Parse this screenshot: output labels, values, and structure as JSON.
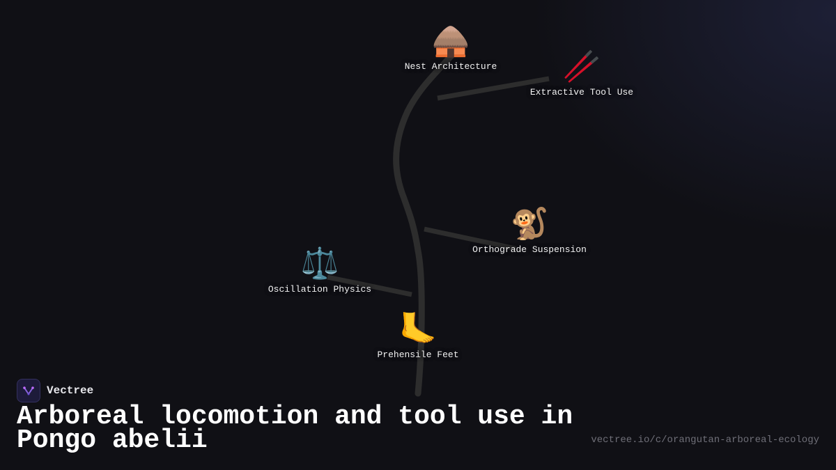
{
  "brand": {
    "name": "Vectree",
    "logo_icon": "vectree-logo-icon",
    "accent": "#7c5cd6"
  },
  "title": "Arboreal locomotion and tool use in Pongo abelii",
  "url": "vectree.io/c/orangutan-arboreal-ecology",
  "colors": {
    "background": "#101015",
    "trunk": "#2d2d2d"
  },
  "nodes": [
    {
      "emoji": "🛖",
      "icon": "hut-icon",
      "label": "Nest Architecture"
    },
    {
      "emoji": "🥢",
      "icon": "chopsticks-icon",
      "label": "Extractive Tool Use"
    },
    {
      "emoji": "🐒",
      "icon": "monkey-icon",
      "label": "Orthograde Suspension"
    },
    {
      "emoji": "⚖️",
      "icon": "balance-scale-icon",
      "label": "Oscillation Physics"
    },
    {
      "emoji": "🦶",
      "icon": "foot-icon",
      "label": "Prehensile Feet"
    }
  ]
}
